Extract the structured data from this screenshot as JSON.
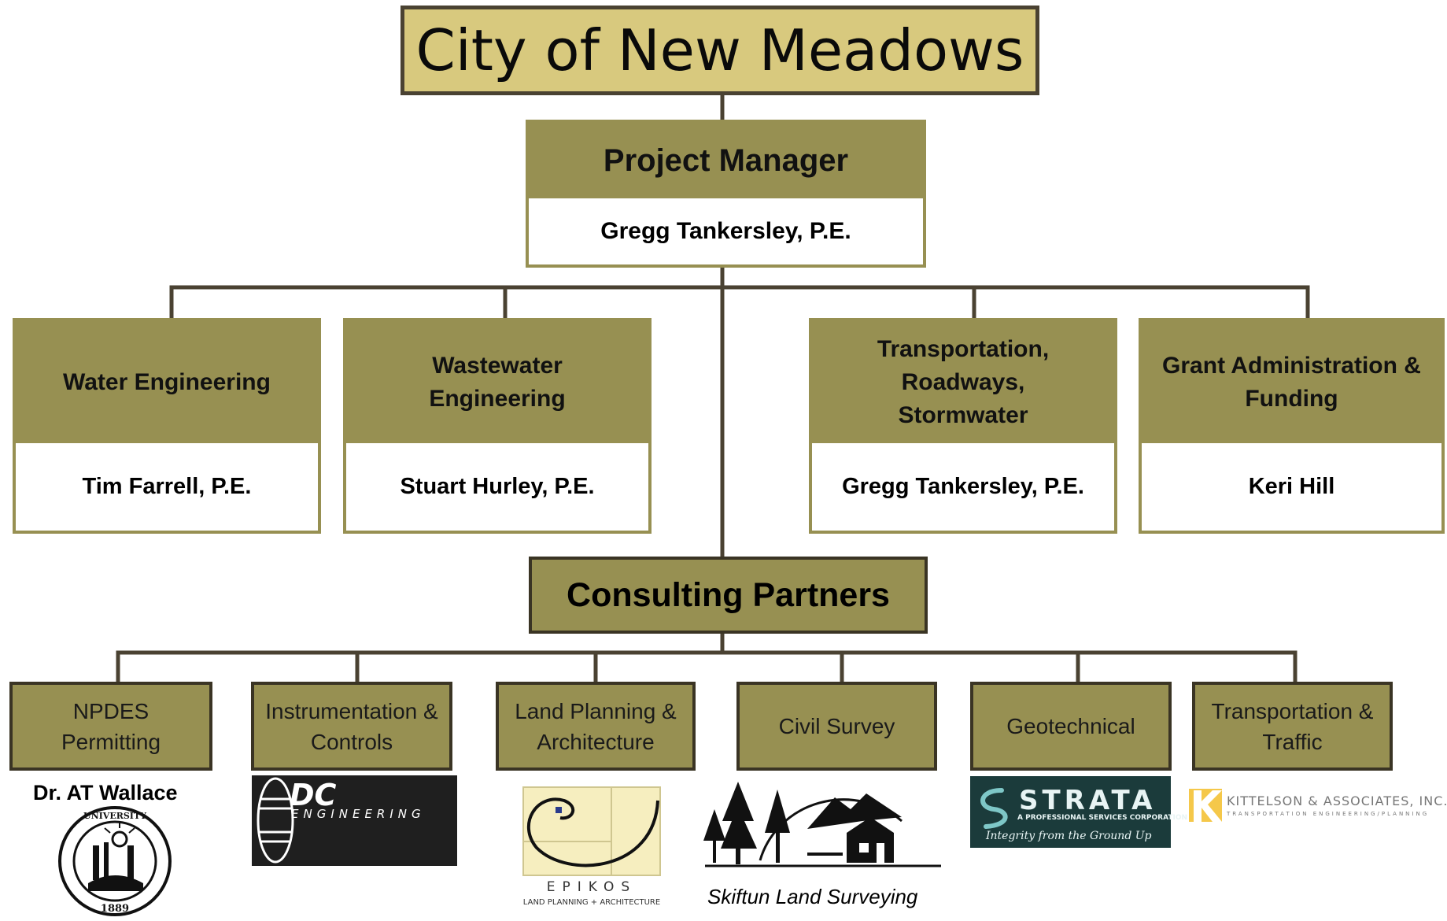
{
  "title": "City of New Meadows",
  "project_manager": {
    "role": "Project Manager",
    "name": "Gregg Tankersley, P.E."
  },
  "departments": [
    {
      "role": "Water Engineering",
      "name": "Tim Farrell, P.E."
    },
    {
      "role": "Wastewater Engineering",
      "name": "Stuart Hurley, P.E."
    },
    {
      "role": "Transportation, Roadways, Stormwater",
      "name": "Gregg Tankersley, P.E."
    },
    {
      "role": "Grant Administration & Funding",
      "name": "Keri Hill"
    }
  ],
  "consulting": {
    "title": "Consulting Partners",
    "partners": [
      {
        "service": "NPDES Permitting",
        "firm": "Dr. AT Wallace",
        "logo_text": "THE UNIVERSITY OF IDAHO 1889",
        "logo_icon": "university-seal-icon"
      },
      {
        "service": "Instrumentation & Controls",
        "logo_text": "DC ENGINEERING",
        "logo_icon": "dc-engineering-logo-icon"
      },
      {
        "service": "Land Planning & Architecture",
        "logo_text": "EPIKOS LAND PLANNING + ARCHITECTURE",
        "logo_icon": "golden-spiral-icon"
      },
      {
        "service": "Civil Survey",
        "firm": "Skiftun Land Surveying",
        "logo_icon": "trees-and-barn-icon"
      },
      {
        "service": "Geotechnical",
        "logo_text": "STRATA A PROFESSIONAL SERVICES CORPORATION Integrity from the Ground Up",
        "logo_icon": "strata-swoosh-icon"
      },
      {
        "service": "Transportation & Traffic",
        "logo_text": "KITTELSON & ASSOCIATES, INC. TRANSPORTATION ENGINEERING/PLANNING",
        "logo_icon": "kittelson-k-icon"
      }
    ]
  },
  "colors": {
    "header_olive": "#979052",
    "title_tan": "#d8c97e",
    "connector": "#4a4232",
    "strata_teal": "#1b3b3b"
  }
}
